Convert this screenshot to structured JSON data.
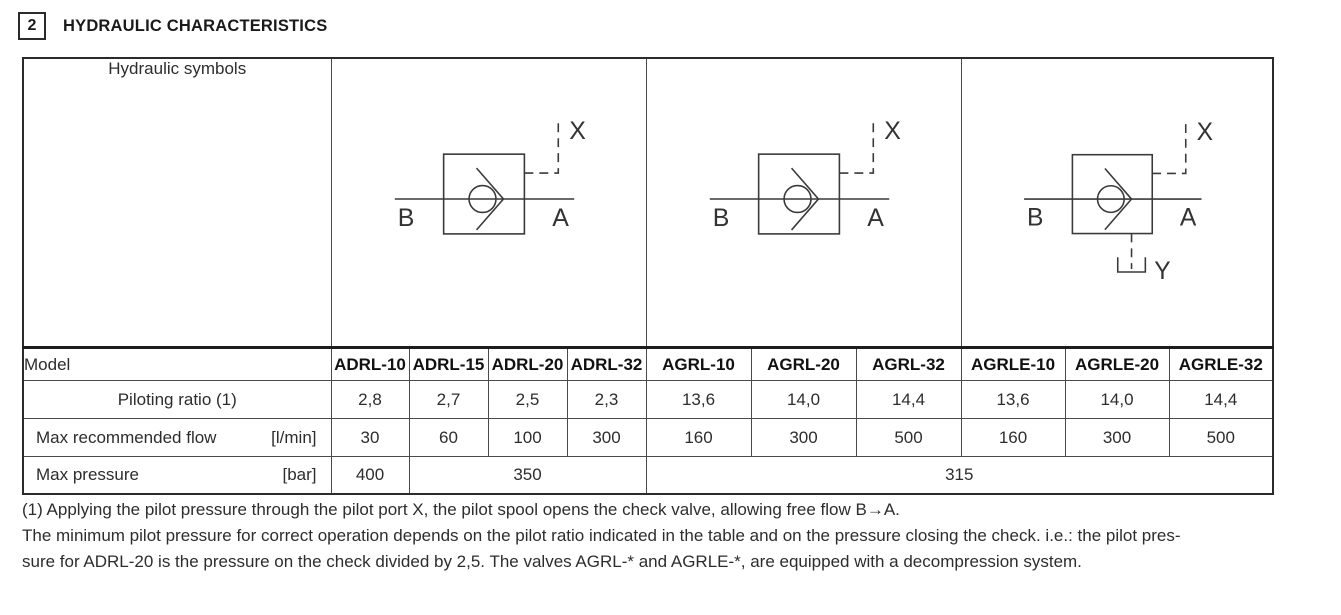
{
  "header": {
    "section_number": "2",
    "title": "HYDRAULIC CHARACTERISTICS"
  },
  "symbols": {
    "label": "Hydraulic symbols",
    "groups": [
      {
        "name": "ADRL",
        "port_b": "B",
        "port_a": "A",
        "pilot_port": "X"
      },
      {
        "name": "AGRL",
        "port_b": "B",
        "port_a": "A",
        "pilot_port": "X"
      },
      {
        "name": "AGRLE",
        "port_b": "B",
        "port_a": "A",
        "pilot_port": "X",
        "drain_port": "Y"
      }
    ]
  },
  "table": {
    "rows": {
      "model": {
        "label": "Model",
        "values": [
          "ADRL-10",
          "ADRL-15",
          "ADRL-20",
          "ADRL-32",
          "AGRL-10",
          "AGRL-20",
          "AGRL-32",
          "AGRLE-10",
          "AGRLE-20",
          "AGRLE-32"
        ]
      },
      "piloting_ratio": {
        "label": "Piloting ratio (1)",
        "values": [
          "2,8",
          "2,7",
          "2,5",
          "2,3",
          "13,6",
          "14,0",
          "14,4",
          "13,6",
          "14,0",
          "14,4"
        ]
      },
      "max_flow": {
        "label": "Max recommended flow",
        "unit": "[l/min]",
        "values": [
          "30",
          "60",
          "100",
          "300",
          "160",
          "300",
          "500",
          "160",
          "300",
          "500"
        ]
      },
      "max_pressure": {
        "label": "Max pressure",
        "unit": "[bar]",
        "values": [
          {
            "text": "400",
            "span": 1
          },
          {
            "text": "350",
            "span": 3
          },
          {
            "text": "315",
            "span": 6
          }
        ]
      }
    }
  },
  "footnote": {
    "line1": "(1) Applying the pilot pressure through the pilot port X, the pilot spool opens the check valve, allowing free flow B→A.",
    "line2": "The minimum pilot pressure for correct operation depends on the pilot ratio indicated in the table and on the pressure closing the check. i.e.: the pilot pres-",
    "line3": "sure for ADRL-20 is the pressure on the check divided by 2,5. The valves AGRL-* and AGRLE-*, are equipped with a decompression system."
  }
}
